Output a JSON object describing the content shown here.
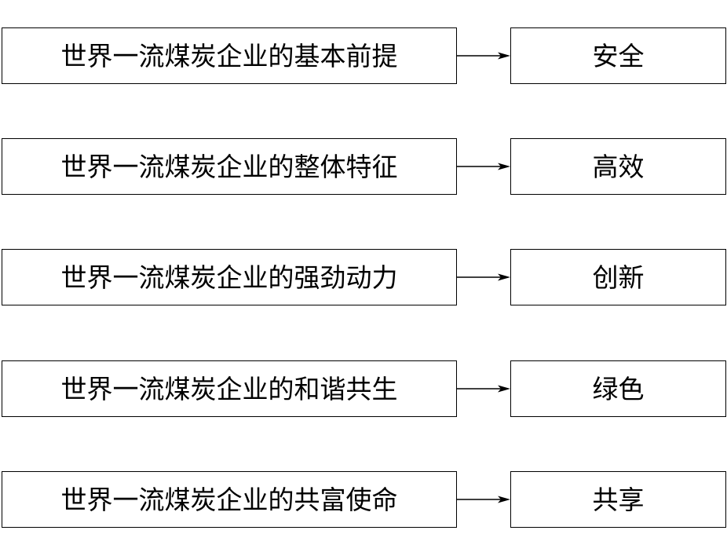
{
  "rows": [
    {
      "left_label": "世界一流煤炭企业的基本前提",
      "right_label": "安全"
    },
    {
      "left_label": "世界一流煤炭企业的整体特征",
      "right_label": "高效"
    },
    {
      "left_label": "世界一流煤炭企业的强劲动力",
      "right_label": "创新"
    },
    {
      "left_label": "世界一流煤炭企业的和谐共生",
      "right_label": "绿色"
    },
    {
      "left_label": "世界一流煤炭企业的共富使命",
      "right_label": "共享"
    }
  ]
}
